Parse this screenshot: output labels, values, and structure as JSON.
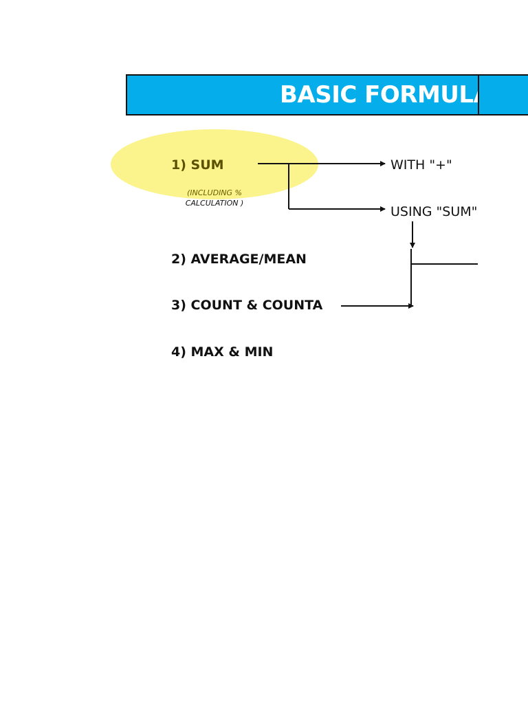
{
  "header": {
    "title": "BASIC FORMULAS",
    "bar_color": "#05aeea"
  },
  "items": [
    {
      "label": "1) SUM",
      "note_line1": "(INCLUDING %",
      "note_line2": "CALCULATION )"
    },
    {
      "label": "2) AVERAGE/MEAN"
    },
    {
      "label": "3) COUNT & COUNTA"
    },
    {
      "label": "4) MAX & MIN"
    }
  ],
  "sum_methods": [
    {
      "label": "WITH \"+\""
    },
    {
      "label": "USING \"SUM\""
    }
  ],
  "highlight_color": "#fbf38c"
}
